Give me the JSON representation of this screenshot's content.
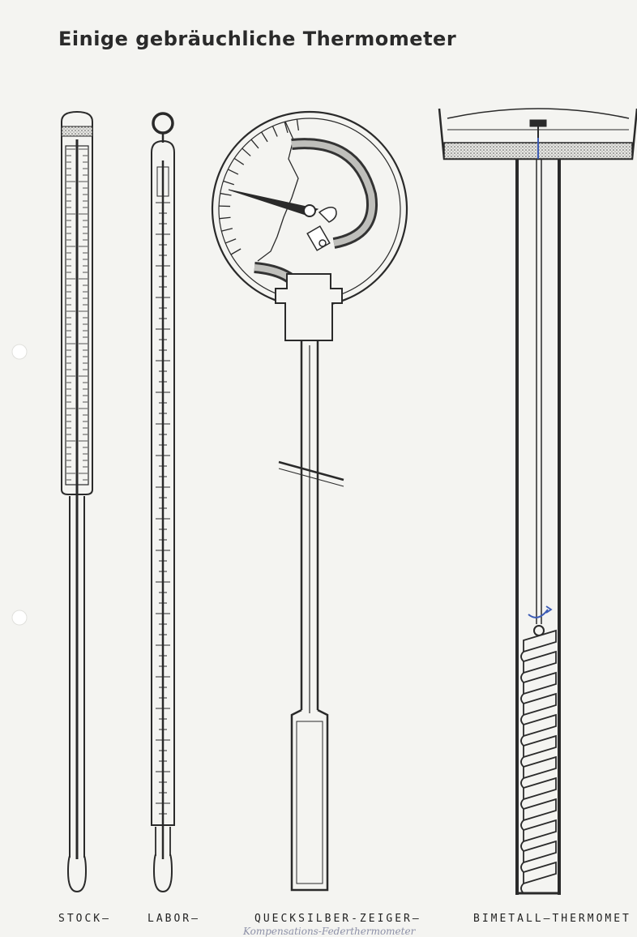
{
  "title": "Einige gebräuchliche Thermometer",
  "captions": {
    "stock": "STOCK—",
    "labor": "LABOR—",
    "quecksilber": "QUECKSILBER-ZEIGER—",
    "bimetall": "BIMETALL—THERMOMET"
  },
  "handwritten_note": "Kompensations-Federthermometer",
  "colors": {
    "paper": "#f4f4f1",
    "ink": "#2a2a2a",
    "handwriting": "#3b5bb5"
  }
}
